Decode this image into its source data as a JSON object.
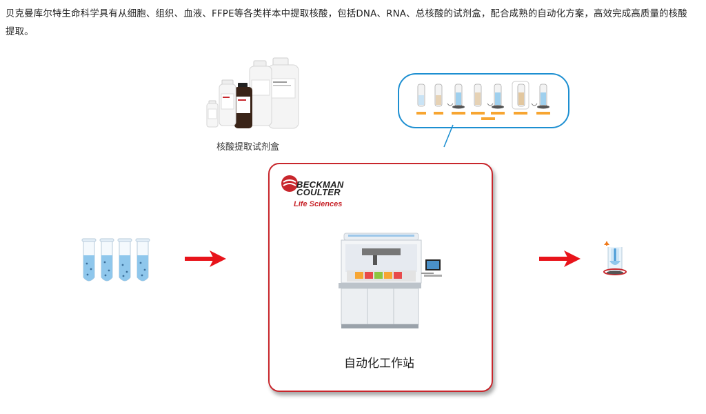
{
  "intro": {
    "text": "贝克曼库尔特生命科学具有从细胞、组织、血液、FFPE等各类样本中提取核酸，包括DNA、RNA、总核酸的试剂盒，配合成熟的自动化方案，高效完成高质量的核酸提取。"
  },
  "reagents": {
    "caption": "核酸提取试剂盒"
  },
  "workstation": {
    "logo_line1": "BECKMAN",
    "logo_line2": "COULTER",
    "logo_line3": "Life Sciences",
    "caption": "自动化工作站"
  },
  "colors": {
    "brand_red": "#c8262c",
    "arrow_red": "#e8141b",
    "bubble_blue": "#1d8fd1",
    "label_orange": "#f7a531"
  }
}
